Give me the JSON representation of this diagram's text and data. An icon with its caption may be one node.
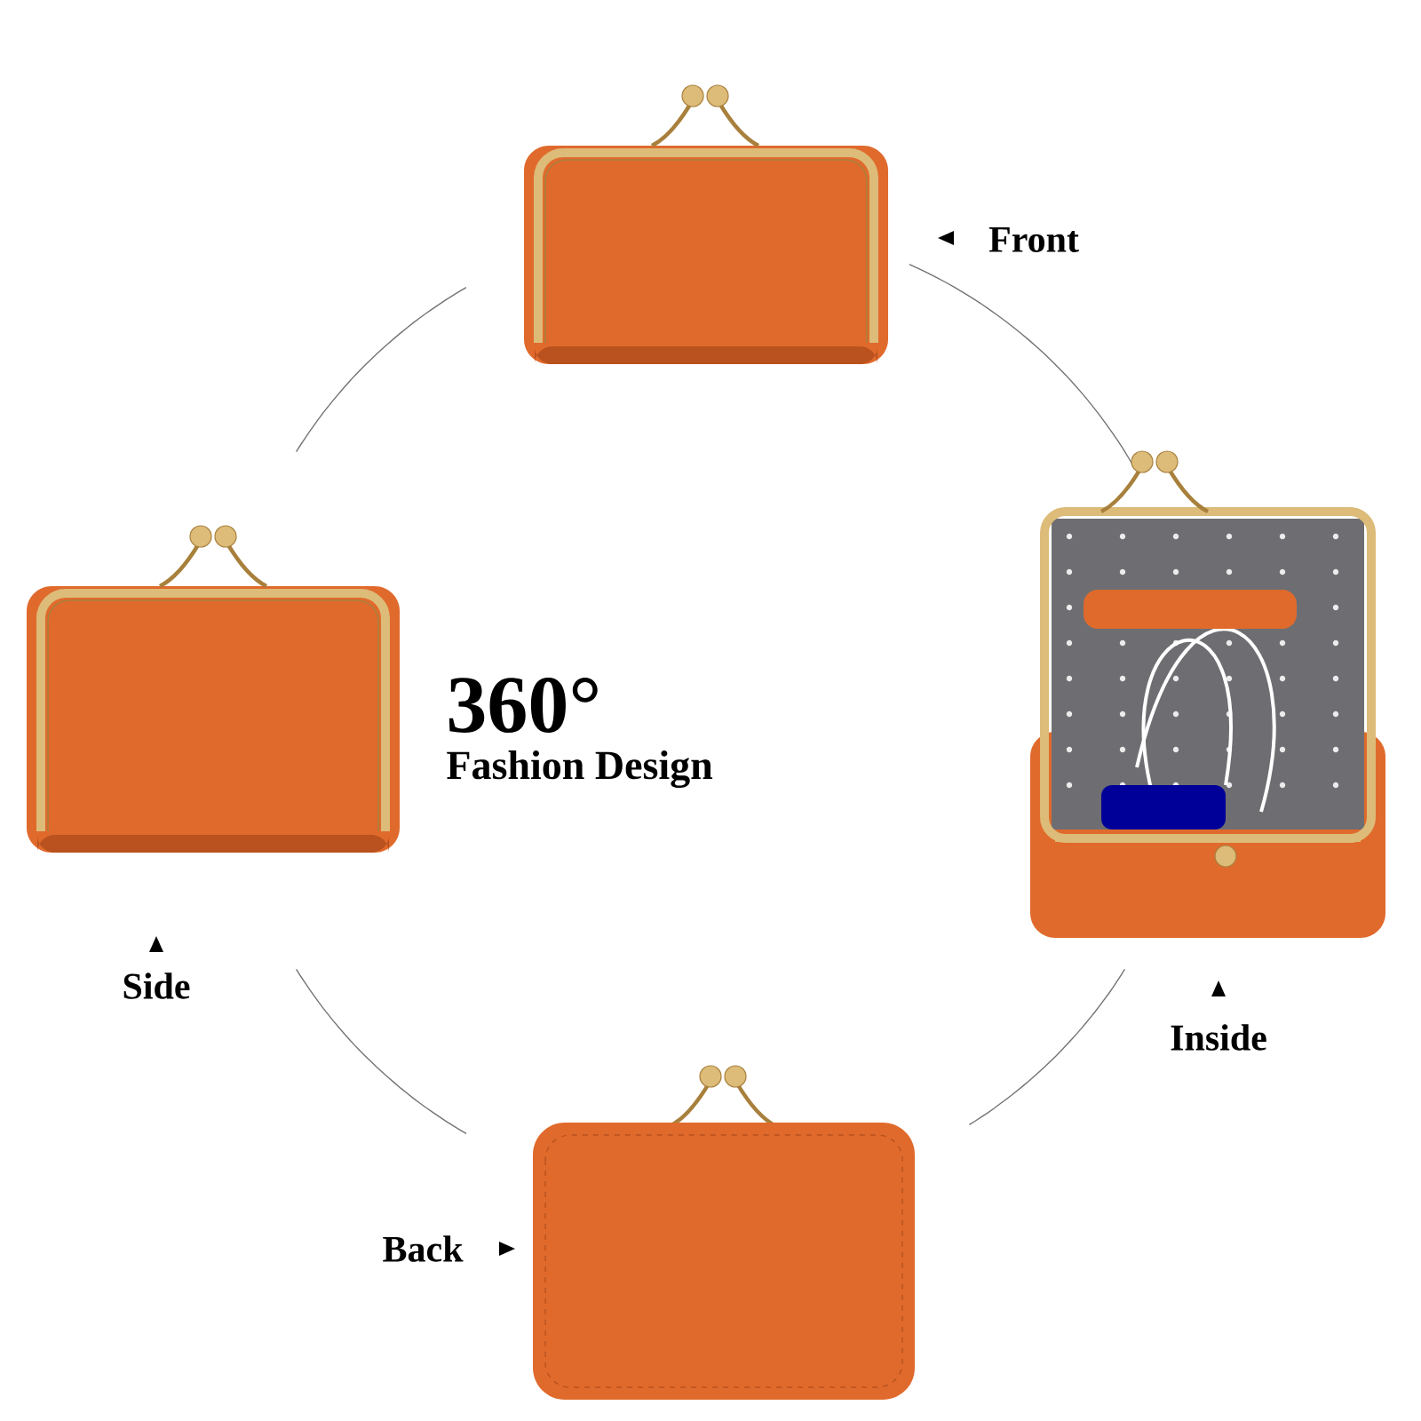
{
  "diagram": {
    "nodes": [
      {
        "text": [],
        "shape": "picture",
        "beside": [
          "Front"
        ]
      },
      {
        "text": [],
        "shape": "picture",
        "beside": [
          "Side"
        ]
      },
      {
        "text": [],
        "shape": "picture",
        "beside": [
          "Inside"
        ]
      },
      {
        "text": [],
        "shape": "picture",
        "beside": [
          "Back"
        ]
      }
    ],
    "labels": [
      "360°",
      "Fashion Design"
    ]
  }
}
